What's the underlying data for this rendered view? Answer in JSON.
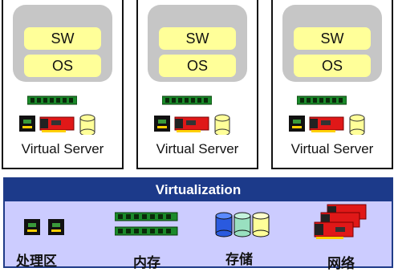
{
  "servers": [
    {
      "sw_label": "SW",
      "os_label": "OS",
      "label": "Virtual Server"
    },
    {
      "sw_label": "SW",
      "os_label": "OS",
      "label": "Virtual Server"
    },
    {
      "sw_label": "SW",
      "os_label": "OS",
      "label": "Virtual Server"
    }
  ],
  "virtualization": {
    "title": "Virtualization",
    "resources": [
      {
        "label": "处理区",
        "icon": "cpu-icon"
      },
      {
        "label": "内存",
        "icon": "memory-icon"
      },
      {
        "label": "存储",
        "icon": "storage-icon"
      },
      {
        "label": "网络",
        "icon": "network-icon"
      }
    ]
  },
  "colors": {
    "banner": "#1c3a8a",
    "panel": "#ccccff",
    "pill": "#ffff99",
    "inner": "#c6c6c6",
    "nic": "#e01818",
    "ram": "#1a8a2a"
  }
}
